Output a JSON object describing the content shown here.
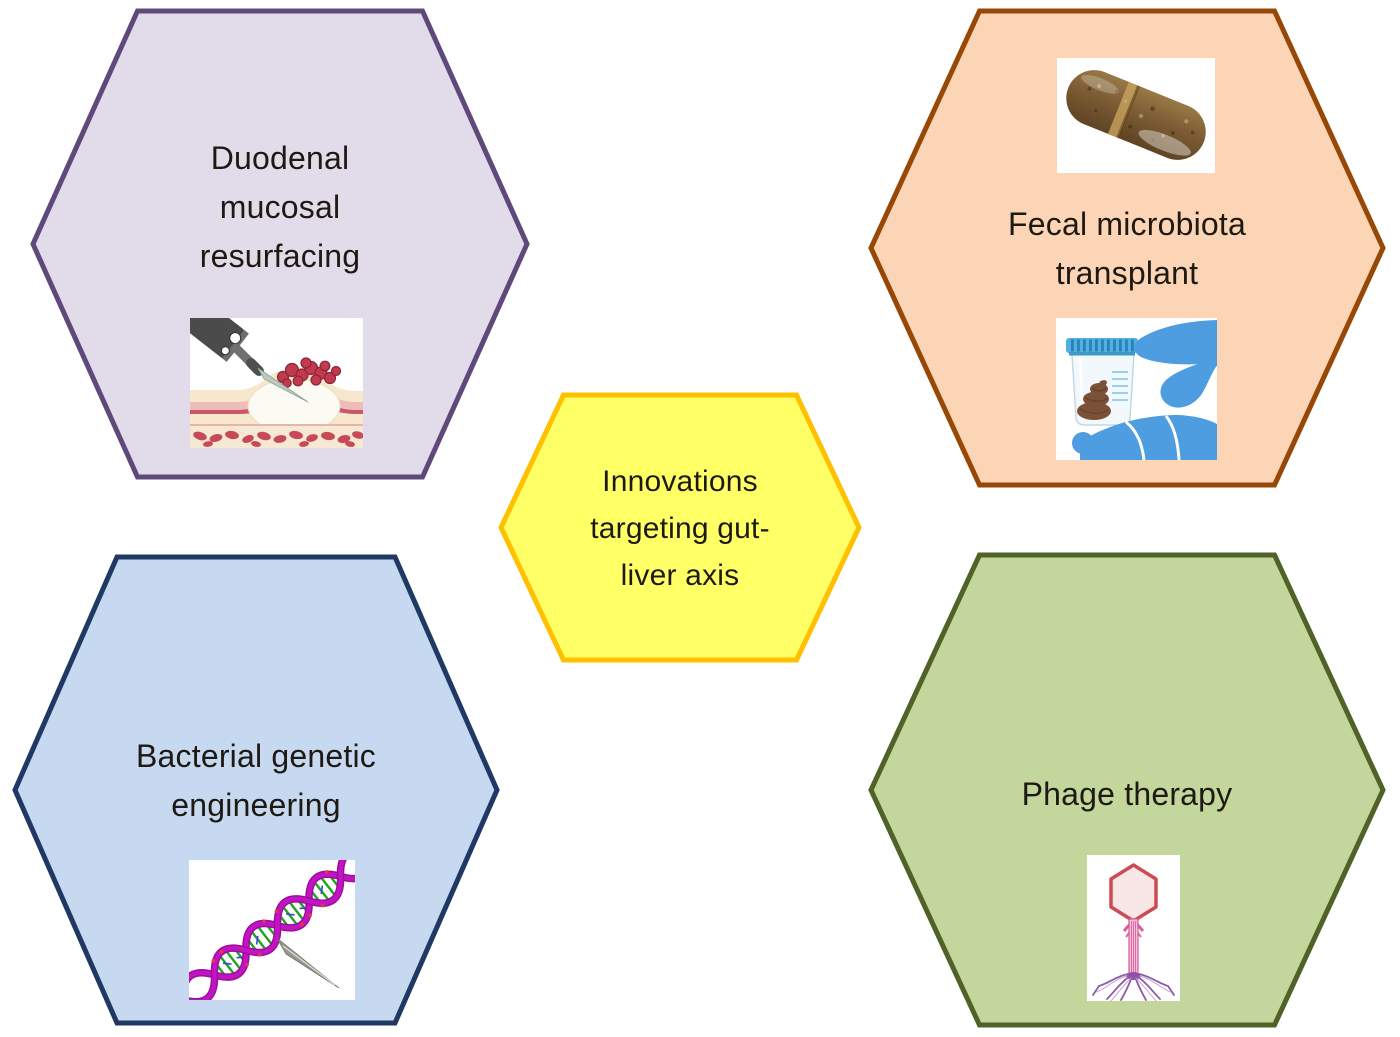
{
  "diagram": {
    "background": "#FFFFFF",
    "text_color": "#1E1913",
    "center": {
      "label": "Innovations targeting gut-liver axis",
      "lines": [
        "Innovations",
        "targeting gut-",
        "liver axis"
      ],
      "fill": "#FFFF66",
      "border": "#FFC000"
    },
    "nodes": [
      {
        "id": "duodenal-mucosal-resurfacing",
        "label": "Duodenal mucosal resurfacing",
        "lines": [
          "Duodenal",
          "mucosal",
          "resurfacing"
        ],
        "fill": "#E2DCEA",
        "border": "#5F497A",
        "illustrations": [
          "endoscopic-submucosal-injection-image"
        ]
      },
      {
        "id": "fecal-microbiota-transplant",
        "label": "Fecal microbiota transplant",
        "lines": [
          "Fecal microbiota",
          "transplant"
        ],
        "fill": "#FBD5B5",
        "border": "#974806",
        "illustrations": [
          "fecal-capsule-photo",
          "stool-specimen-container-gloved-hand-image"
        ]
      },
      {
        "id": "bacterial-genetic-engineering",
        "label": "Bacterial genetic engineering",
        "lines": [
          "Bacterial genetic",
          "engineering"
        ],
        "fill": "#C6D9F1",
        "border": "#1F3864",
        "illustrations": [
          "dna-double-helix-image"
        ]
      },
      {
        "id": "phage-therapy",
        "label": "Phage therapy",
        "lines": [
          "Phage therapy"
        ],
        "fill": "#C3D69B",
        "border": "#4F6228",
        "illustrations": [
          "bacteriophage-image"
        ]
      }
    ]
  }
}
